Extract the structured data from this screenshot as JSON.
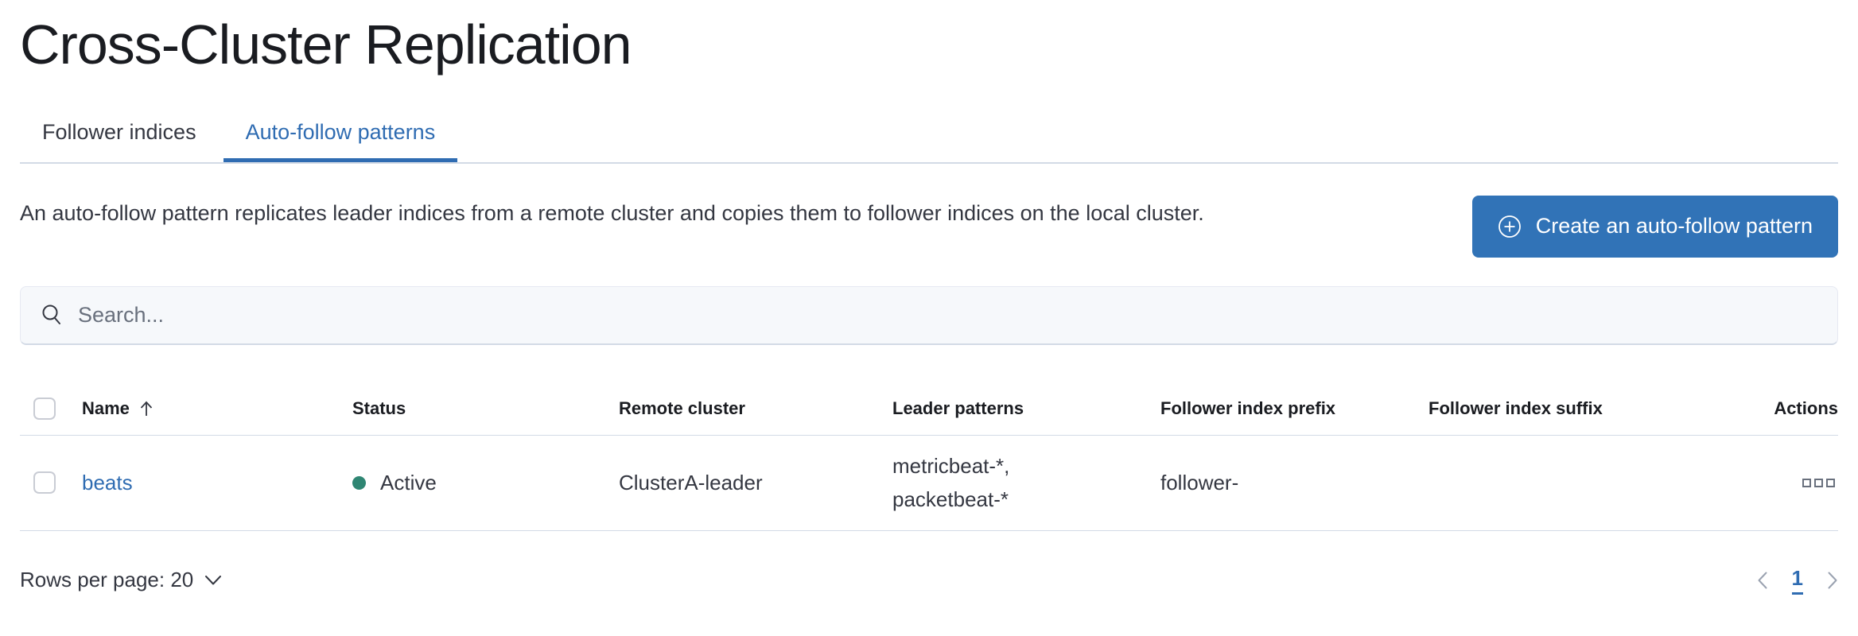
{
  "page": {
    "title": "Cross-Cluster Replication"
  },
  "tabs": [
    {
      "label": "Follower indices",
      "active": false
    },
    {
      "label": "Auto-follow patterns",
      "active": true
    }
  ],
  "description": "An auto-follow pattern replicates leader indices from a remote cluster and copies them to follower indices on the local cluster.",
  "create_button": {
    "label": "Create an auto-follow pattern",
    "icon": "plus-in-circle-icon"
  },
  "search": {
    "placeholder": "Search...",
    "value": "",
    "icon": "search-icon"
  },
  "table": {
    "columns": {
      "name": "Name",
      "status": "Status",
      "remote_cluster": "Remote cluster",
      "leader_patterns": "Leader patterns",
      "follower_index_prefix": "Follower index prefix",
      "follower_index_suffix": "Follower index suffix",
      "actions": "Actions"
    },
    "sort": {
      "column": "Name",
      "direction": "ascending",
      "icon": "sort-arrow-up-icon"
    },
    "rows": [
      {
        "name": "beats",
        "status": "Active",
        "remote_cluster": "ClusterA-leader",
        "leader_patterns": [
          "metricbeat-*,",
          "packetbeat-*"
        ],
        "follower_index_prefix": "follower-",
        "follower_index_suffix": "",
        "actions_icon": "boxes-horizontal-icon"
      }
    ]
  },
  "footer": {
    "rows_per_page_label": "Rows per page: 20",
    "pagination": {
      "prev_icon": "chevron-left-icon",
      "current_page": "1",
      "next_icon": "chevron-right-icon"
    }
  },
  "colors": {
    "accent_blue": "#2f6cb2",
    "button_blue": "#3173b7",
    "status_active_green": "#2f8673",
    "border_gray": "#d3dae6",
    "icon_gray": "#69707d",
    "disabled_gray": "#9aa2b0",
    "text": "#343741",
    "title_text": "#1a1c21"
  }
}
